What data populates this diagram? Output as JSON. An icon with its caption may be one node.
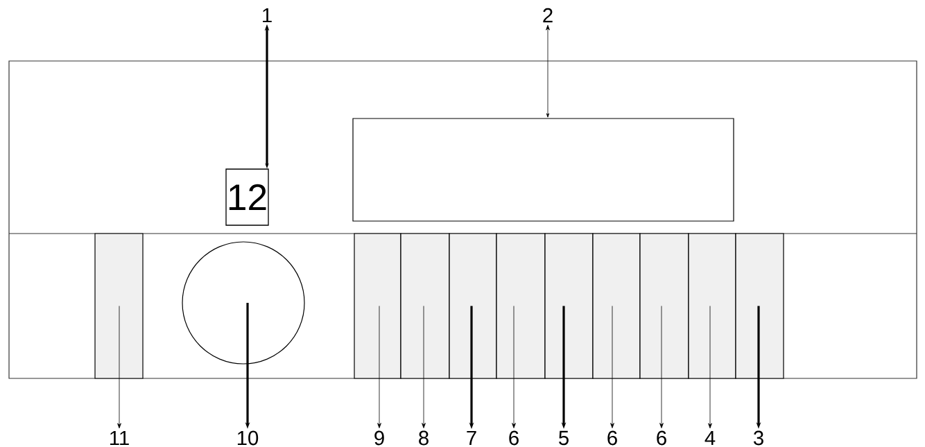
{
  "diagram": {
    "nodes": [
      {
        "text": [
          "1"
        ]
      },
      {
        "text": [
          "2"
        ]
      },
      {
        "text": [
          "12"
        ]
      },
      {
        "text": [],
        "shape": "box"
      },
      {
        "text": [],
        "shape": "bar"
      },
      {
        "text": [],
        "shape": "circle"
      },
      {
        "text": [],
        "shape": "bar"
      },
      {
        "text": [],
        "shape": "bar"
      },
      {
        "text": [],
        "shape": "bar"
      },
      {
        "text": [],
        "shape": "bar"
      },
      {
        "text": [],
        "shape": "bar"
      },
      {
        "text": [],
        "shape": "bar"
      },
      {
        "text": [],
        "shape": "bar"
      },
      {
        "text": [],
        "shape": "bar"
      },
      {
        "text": [],
        "shape": "bar"
      },
      {
        "text": [
          "11"
        ]
      },
      {
        "text": [
          "10"
        ]
      },
      {
        "text": [
          "9"
        ]
      },
      {
        "text": [
          "8"
        ]
      },
      {
        "text": [
          "7"
        ]
      },
      {
        "text": [
          "6"
        ]
      },
      {
        "text": [
          "5"
        ]
      },
      {
        "text": [
          "6"
        ]
      },
      {
        "text": [
          "6"
        ]
      },
      {
        "text": [
          "4"
        ]
      },
      {
        "text": [
          "3"
        ]
      }
    ],
    "edges": [
      {
        "from": 2,
        "to": 0,
        "arrow": "both",
        "style": "thick"
      },
      {
        "from": 3,
        "to": 1,
        "arrow": "both"
      },
      {
        "from": 4,
        "to": 15,
        "arrow": "to"
      },
      {
        "from": 5,
        "to": 16,
        "arrow": "to",
        "style": "thick"
      },
      {
        "from": 6,
        "to": 17,
        "arrow": "to"
      },
      {
        "from": 7,
        "to": 18,
        "arrow": "to"
      },
      {
        "from": 8,
        "to": 19,
        "arrow": "to",
        "style": "thick"
      },
      {
        "from": 9,
        "to": 20,
        "arrow": "to"
      },
      {
        "from": 10,
        "to": 21,
        "arrow": "to",
        "style": "thick"
      },
      {
        "from": 11,
        "to": 22,
        "arrow": "to"
      },
      {
        "from": 12,
        "to": 23,
        "arrow": "to"
      },
      {
        "from": 13,
        "to": 24,
        "arrow": "to"
      },
      {
        "from": 14,
        "to": 25,
        "arrow": "to",
        "style": "thick"
      }
    ]
  }
}
